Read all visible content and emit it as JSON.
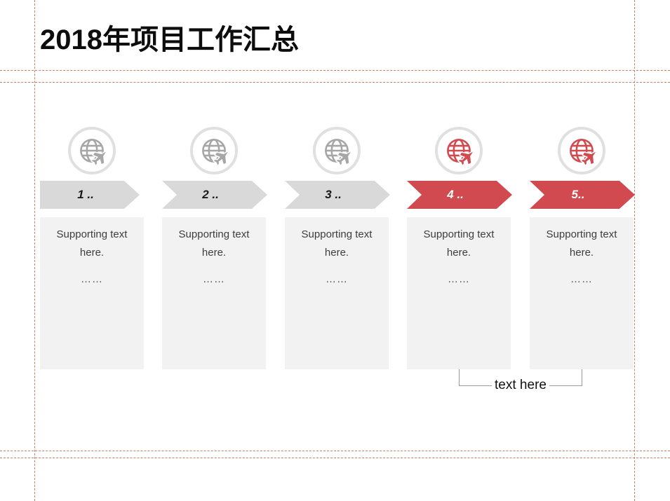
{
  "slide": {
    "title": "2018年项目工作汇总",
    "steps": [
      {
        "label": "1 ..",
        "text": "Supporting text here.",
        "ellipsis": "……",
        "accent": false
      },
      {
        "label": "2 ..",
        "text": "Supporting text here.",
        "ellipsis": "……",
        "accent": false
      },
      {
        "label": "3 ..",
        "text": "Supporting text here.",
        "ellipsis": "……",
        "accent": false
      },
      {
        "label": "4 ..",
        "text": "Supporting text here.",
        "ellipsis": "……",
        "accent": true
      },
      {
        "label": "5..",
        "text": "Supporting text here.",
        "ellipsis": "……",
        "accent": true
      }
    ],
    "callout": {
      "label": "text here"
    },
    "icons": {
      "step_icon": "globe-plane-icon"
    },
    "colors": {
      "accent_red": "#d14a4f",
      "step_gray": "#d9d9d9",
      "box_fill": "#f2f2f2",
      "icon_gray": "#a6a6a6",
      "ring_gray": "#e0e0e0",
      "guide_dash": "#c2836c",
      "title_color": "#0d0d0d"
    }
  }
}
